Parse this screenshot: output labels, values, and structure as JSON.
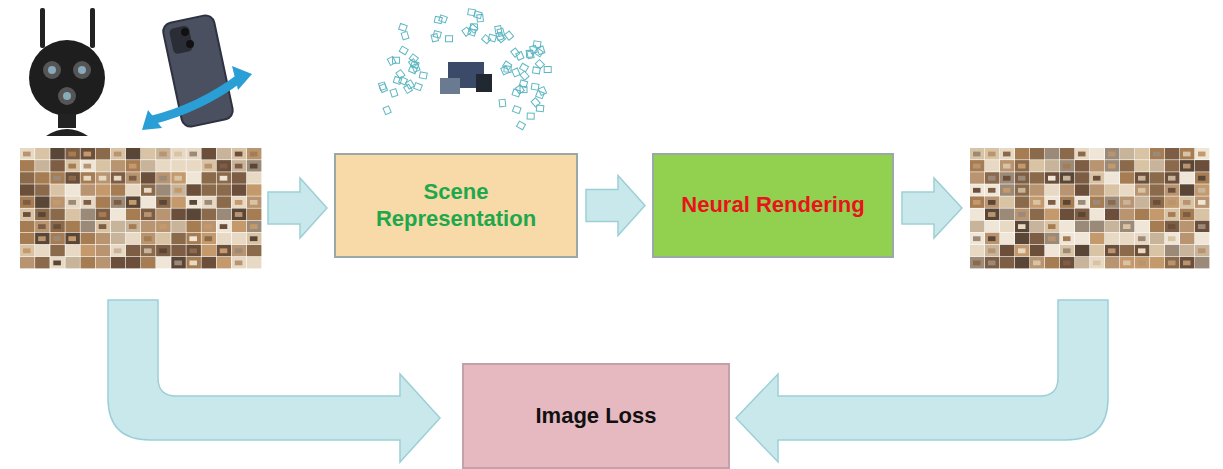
{
  "diagram": {
    "nodes": [
      {
        "text": [
          "Scene Representation"
        ]
      },
      {
        "text": [
          "Neural Rendering"
        ]
      },
      {
        "text": [
          "Image Loss"
        ]
      }
    ],
    "edges": [
      {
        "from": 0,
        "to": 1,
        "arrow": "to"
      }
    ]
  }
}
